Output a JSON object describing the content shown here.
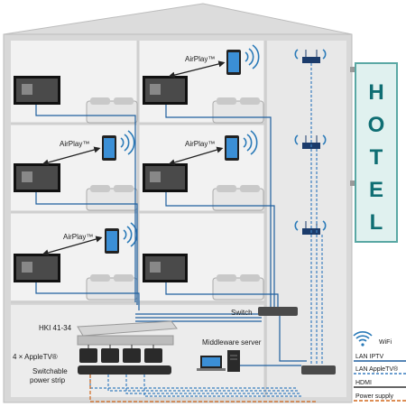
{
  "hotel_sign": [
    "H",
    "O",
    "T",
    "E",
    "L"
  ],
  "airplay_label": "AirPlay™",
  "labels": {
    "switch": "Switch",
    "hki": "HKI 41-34",
    "appletv": "4 × AppleTV®",
    "power_strip_line1": "Switchable",
    "power_strip_line2": "power strip",
    "middleware": "Middleware server"
  },
  "legend": {
    "wifi": "WiFi",
    "lan_iptv": "LAN IPTV",
    "lan_appletv": "LAN AppleTV®",
    "hdmi": "HDMI",
    "power": "Power supply"
  },
  "colors": {
    "lan_iptv": "#1f5f9e",
    "lan_appletv": "#3a7fc0",
    "hdmi": "#333333",
    "power": "#d2691e",
    "wifi": "#2a7ab8",
    "sign": "#0f6e73"
  },
  "icons": [
    "tv-icon",
    "bed-icon",
    "tablet-icon",
    "wifi-icon",
    "router-icon",
    "switch-icon",
    "appletv-icon",
    "server-icon",
    "laptop-icon"
  ]
}
